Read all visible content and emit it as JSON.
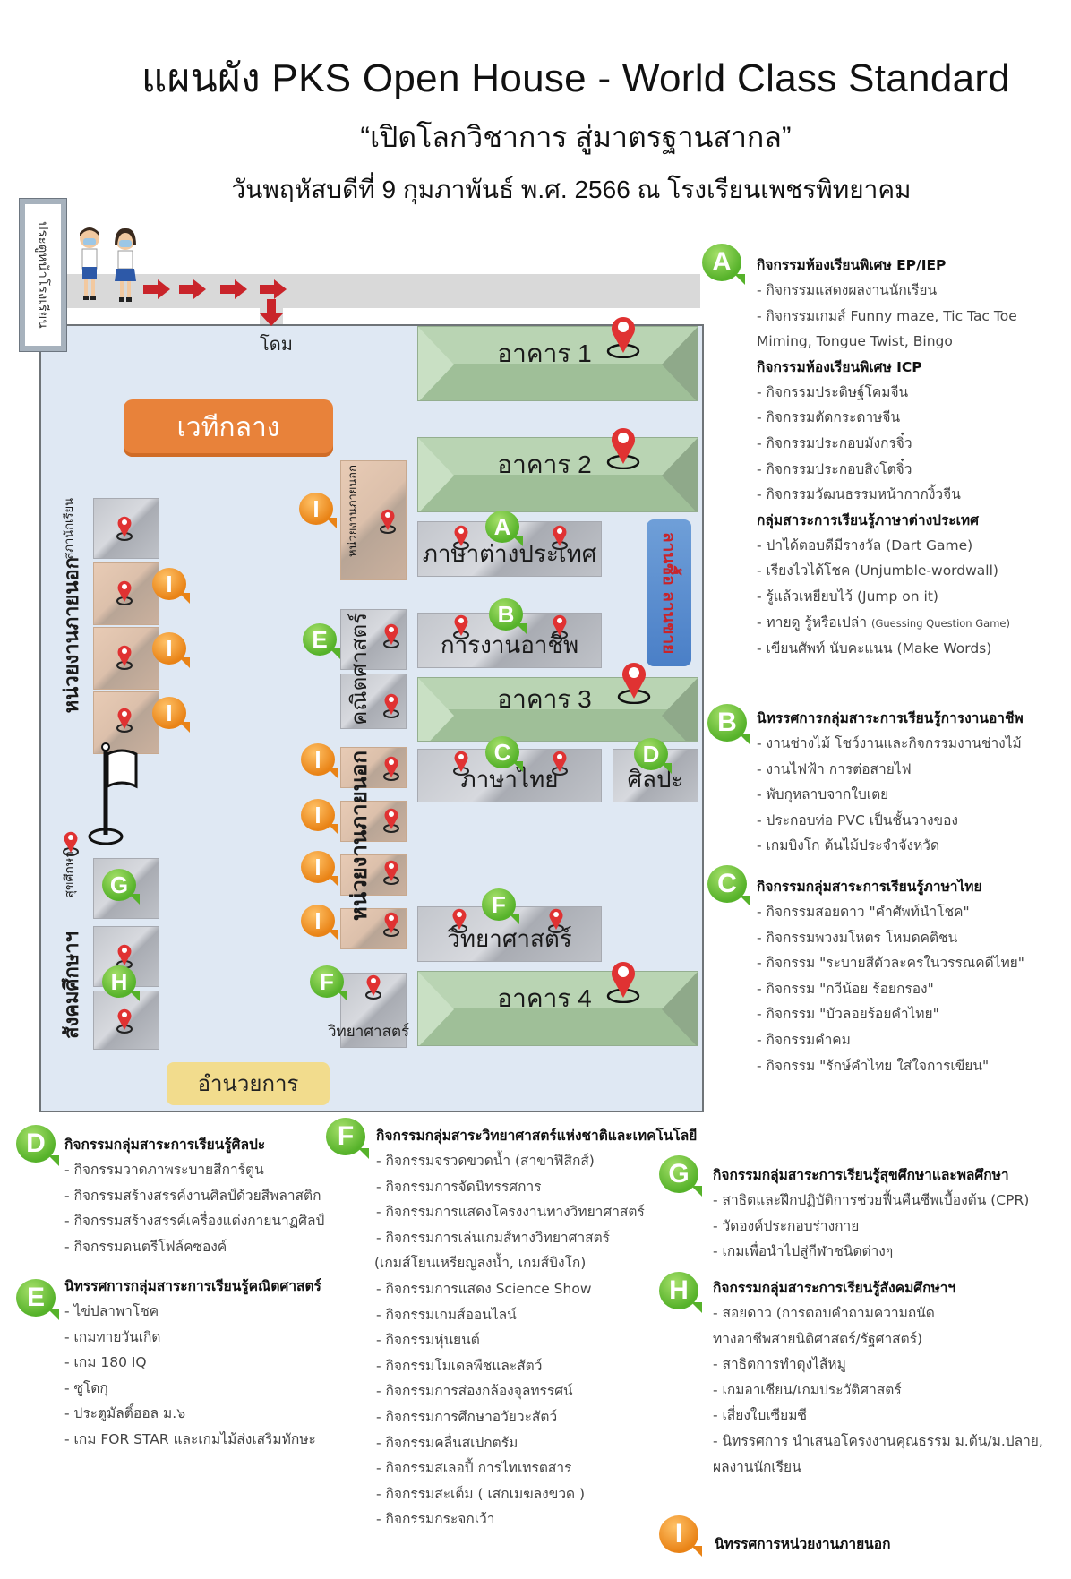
{
  "header": {
    "title": "แผนผัง PKS Open House - World Class Standard",
    "subtitle": "“เปิดโลกวิชาการ สู่มาตรฐานสากล”",
    "date_line": "วันพฤหัสบดีที่ 9 กุมภาพันธ์ พ.ศ. 2566 ณ โรงเรียนเพชรพิทยาคม"
  },
  "colors": {
    "badge_green": "#56b22a",
    "badge_orange": "#e98316",
    "pin_red": "#e03232",
    "map_bg": "#dfe8f3",
    "building_green": "#b9d4b3",
    "stage_orange": "#e8823a",
    "office_yellow": "#f2dc8d",
    "market_blue": "#4a7fc7"
  },
  "map": {
    "gate_label": "ประตูหน้าโรงเรียน",
    "dome_label": "โดม",
    "stage_label": "เวทีกลาง",
    "office_label": "อำนวยการ",
    "market_label": "ลานซื้อ ลานขาย",
    "buildings": [
      {
        "label": "อาคาร 1"
      },
      {
        "label": "อาคาร 2"
      },
      {
        "label": "อาคาร 3"
      },
      {
        "label": "อาคาร 4"
      }
    ],
    "rooms": {
      "foreign_language": "ภาษาต่างประเทศ",
      "career": "การงานอาชีพ",
      "thai": "ภาษาไทย",
      "art": "ศิลปะ",
      "science": "วิทยาศาสตร์",
      "science_small": "วิทยาศาสตร์",
      "math": "คณิตศาสตร์",
      "external_top": "หน่วยงานภายนอก",
      "external_center": "หน่วยงานภายนอก",
      "left_council": "สภานักเรียน",
      "left_external": "หน่วยงานภายนอก",
      "left_health": "สุขศึกษา",
      "left_social": "สังคมศึกษาฯ"
    }
  },
  "legend": {
    "A": {
      "badge": "A",
      "groups": [
        {
          "heading": "กิจกรรมห้องเรียนพิเศษ EP/IEP",
          "items": [
            "- กิจกรรมแสดงผลงานนักเรียน",
            "- กิจกรรมเกมส์ Funny maze, Tic Tac Toe",
            "Miming, Tongue Twist, Bingo"
          ]
        },
        {
          "heading": "กิจกรรมห้องเรียนพิเศษ ICP",
          "items": [
            "- กิจกรรมประดิษฐ์โคมจีน",
            "- กิจกรรมตัดกระดาษจีน",
            "- กิจกรรมประกอบมังกรจิ๋ว",
            "- กิจกรรมประกอบสิงโตจิ๋ว",
            "- กิจกรรมวัฒนธรรมหน้ากากงิ้วจีน"
          ]
        },
        {
          "heading": "กลุ่มสาระการเรียนรู้ภาษาต่างประเทศ",
          "items": [
            "- ปาได้ตอบดีมีรางวัล (Dart Game)",
            "- เรียงไวได้โชค (Unjumble-wordwall)",
            "- รู้แล้วเหยียบไว้ (Jump on it)",
            "- ทายดู รู้หรือเปล่า",
            "- เขียนศัพท์ นับคะแนน (Make Words)"
          ],
          "item_4_suffix": "(Guessing Question Game)"
        }
      ]
    },
    "B": {
      "badge": "B",
      "heading": "นิทรรศการกลุ่มสาระการเรียนรู้การงานอาชีพ",
      "items": [
        "- งานช่างไม้  โชว์งานและกิจกรรมงานช่างไม้",
        "- งานไฟฟ้า  การต่อสายไฟ",
        "- พับกุหลาบจากใบเตย",
        "- ประกอบท่อ PVC  เป็นชั้นวางของ",
        "- เกมบิงโก ต้นไม้ประจำจังหวัด"
      ]
    },
    "C": {
      "badge": "C",
      "heading": "กิจกรรมกลุ่มสาระการเรียนรู้ภาษาไทย",
      "items": [
        "- กิจกรรมสอยดาว \"คำศัพท์นำโชค\"",
        "- กิจกรรมพวงมโหตร โหมดคติชน",
        "- กิจกรรม \"ระบายสีตัวละครในวรรณคดีไทย\"",
        "- กิจกรรม \"กวีน้อย ร้อยกรอง\"",
        "- กิจกรรม \"บัวลอยร้อยคำไทย\"",
        "- กิจกรรมคำคม",
        "- กิจกรรม \"รักษ์คำไทย ใส่ใจการเขียน\""
      ]
    },
    "D": {
      "badge": "D",
      "heading": "กิจกรรมกลุ่มสาระการเรียนรู้ศิลปะ",
      "items": [
        "- กิจกรรมวาดภาพระบายสีการ์ตูน",
        "- กิจกรรมสร้างสรรค์งานศิลป์ด้วยสีพลาสติก",
        "- กิจกรรมสร้างสรรค์เครื่องแต่งกายนาฏศิลป์",
        "- กิจกรรมดนตรีโฟล์คซองค์"
      ]
    },
    "E": {
      "badge": "E",
      "heading": "นิทรรศการกลุ่มสาระการเรียนรู้คณิตศาสตร์",
      "items": [
        "- ไข่ปลาพาโชค",
        "- เกมทายวันเกิด",
        "- เกม 180 IQ",
        "- ซูโดกุ",
        "- ประตูมัลติ์ฮอล ม.๖",
        "- เกม FOR STAR  และเกมไม้ส่งเสริมทักษะ"
      ]
    },
    "F": {
      "badge": "F",
      "heading": "กิจกรรมกลุ่มสาระวิทยาศาสตร์แห่งชาติและเทคโนโลยี",
      "items": [
        "- กิจกรรมจรวดขวดน้ำ  (สาขาฟิสิกส์)",
        "- กิจกรรมการจัดนิทรรศการ",
        "- กิจกรรมการแสดงโครงงานทางวิทยาศาสตร์",
        "- กิจกรรมการเล่นเกมส์ทางวิทยาศาสตร์",
        "(เกมส์โยนเหรียญลงน้ำ, เกมส์บิงโก)",
        "- กิจกรรมการแสดง Science Show",
        "- กิจกรรมเกมส์ออนไลน์",
        "- กิจกรรมหุ่นยนต์",
        "- กิจกรรมโมเดลพืชและสัตว์",
        "- กิจกรรมการส่องกล้องจุลทรรศน์",
        "- กิจกรรมการศึกษาอวัยวะสัตว์",
        "- กิจกรรมคลื่นสเปกตรัม",
        "- กิจกรรมสเลอปี้  การไทเทรตสาร",
        "- กิจกรรมสะเต็ม ( เสกเมฆลงขวด )",
        "- กิจกรรมกระจกเว้า"
      ]
    },
    "G": {
      "badge": "G",
      "heading": "กิจกรรมกลุ่มสาระการเรียนรู้สุขศึกษาและพลศึกษา",
      "items": [
        "- สาธิตและฝึกปฏิบัติการช่วยฟื้นคืนชีพเบื้องต้น (CPR)",
        "- วัดองค์ประกอบร่างกาย",
        "- เกมเพื่อนำไปสู่กีฬาชนิดต่างๆ"
      ]
    },
    "H": {
      "badge": "H",
      "heading": "กิจกรรมกลุ่มสาระการเรียนรู้สังคมศึกษาฯ",
      "items": [
        "- สอยดาว (การตอบคำถามความถนัด",
        "ทางอาชีพสายนิติศาสตร์/รัฐศาสตร์)",
        "- สาธิตการทำตุงไส้หมู",
        "- เกมอาเซียน/เกมประวัติศาสตร์",
        "- เสี่ยงใบเซียมซี",
        "- นิทรรศการ นำเสนอโครงงานคุณธรรม ม.ต้น/ม.ปลาย,",
        "ผลงานนักเรียน"
      ]
    },
    "I": {
      "badge": "I",
      "heading": "นิทรรศการหน่วยงานภายนอก"
    }
  }
}
